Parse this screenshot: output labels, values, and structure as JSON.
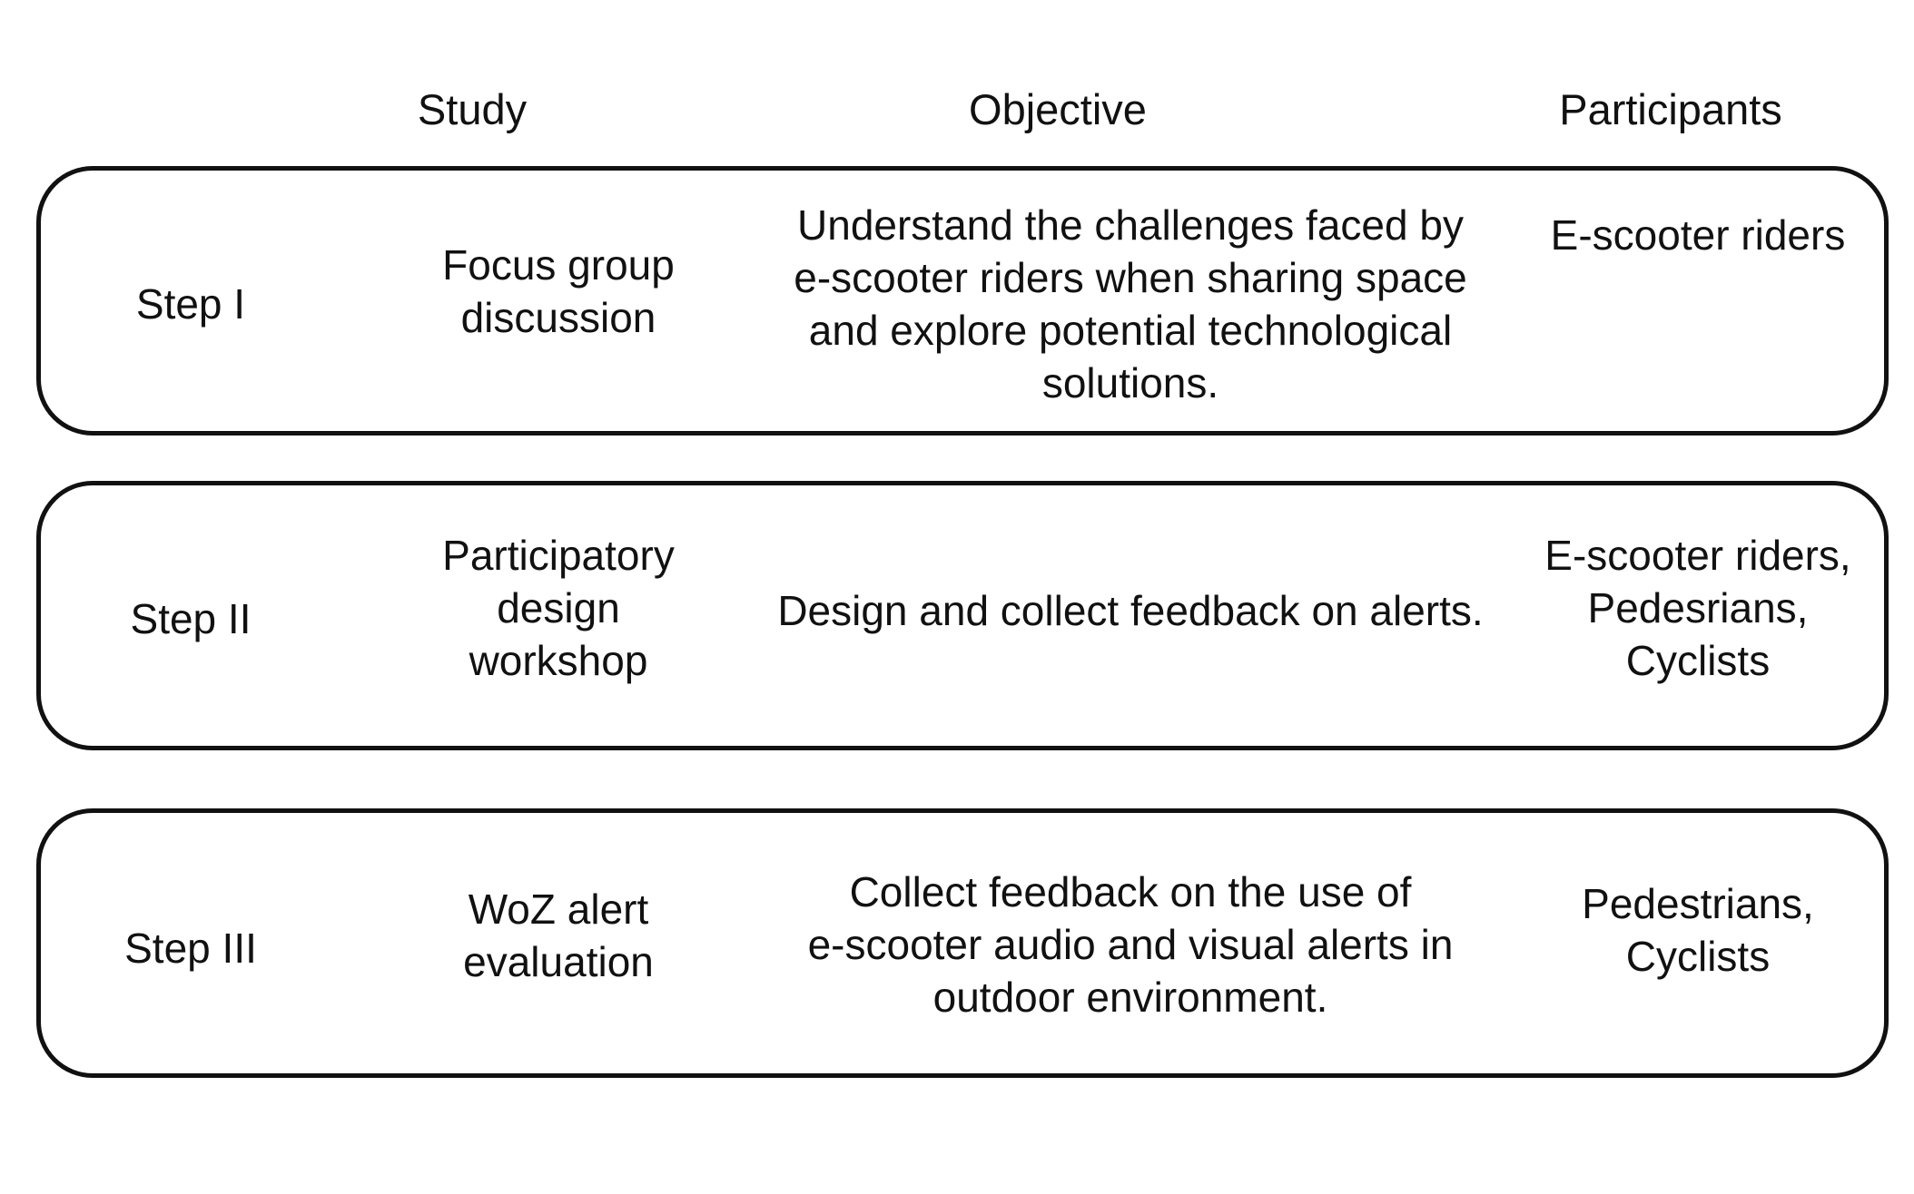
{
  "headers": {
    "study": "Study",
    "objective": "Objective",
    "participants": "Participants"
  },
  "rows": [
    {
      "step": "Step I",
      "study": [
        "Focus group",
        "discussion"
      ],
      "objective": [
        "Understand the challenges faced by",
        "e-scooter riders when sharing space",
        "and explore potential technological",
        "solutions."
      ],
      "participants": [
        "E-scooter riders"
      ]
    },
    {
      "step": "Step II",
      "study": [
        "Participatory",
        "design",
        "workshop"
      ],
      "objective": [
        "Design and collect feedback on alerts."
      ],
      "participants": [
        "E-scooter riders,",
        "Pedesrians,",
        "Cyclists"
      ]
    },
    {
      "step": "Step III",
      "study": [
        "WoZ alert",
        "evaluation"
      ],
      "objective": [
        "Collect feedback on the use of",
        "e-scooter audio and visual alerts in",
        "outdoor environment."
      ],
      "participants": [
        "Pedestrians,",
        "Cyclists"
      ]
    }
  ]
}
